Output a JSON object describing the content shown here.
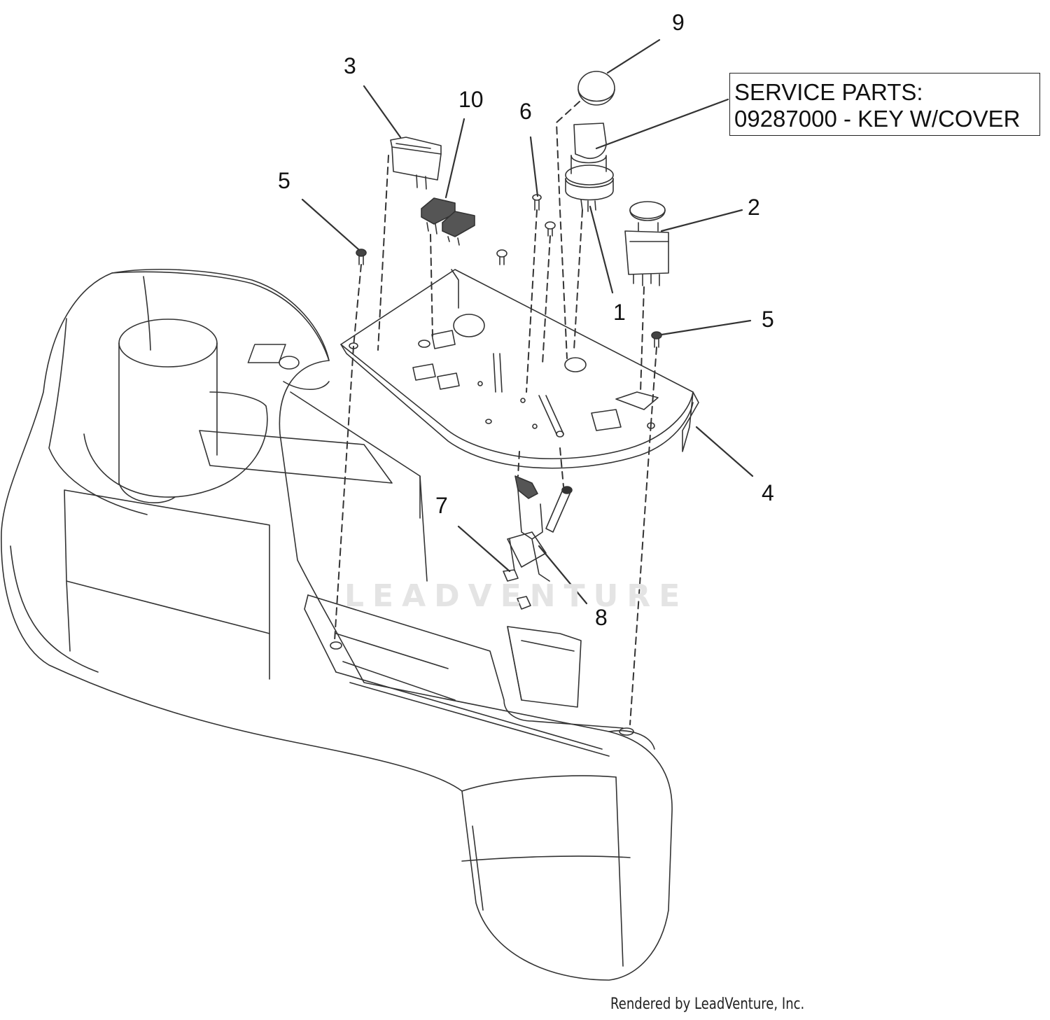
{
  "service_parts": {
    "heading": "SERVICE PARTS:",
    "line": "09287000 - KEY W/COVER"
  },
  "callouts": {
    "c1": "1",
    "c2": "2",
    "c3": "3",
    "c4": "4",
    "c5a": "5",
    "c5b": "5",
    "c6": "6",
    "c7": "7",
    "c8": "8",
    "c9": "9",
    "c10": "10"
  },
  "watermark": "LEADVENTURE",
  "footer": "Rendered by LeadVenture, Inc.",
  "colors": {
    "line": "#222222",
    "fill_dark": "#444444",
    "watermark": "#e4e4e4"
  }
}
